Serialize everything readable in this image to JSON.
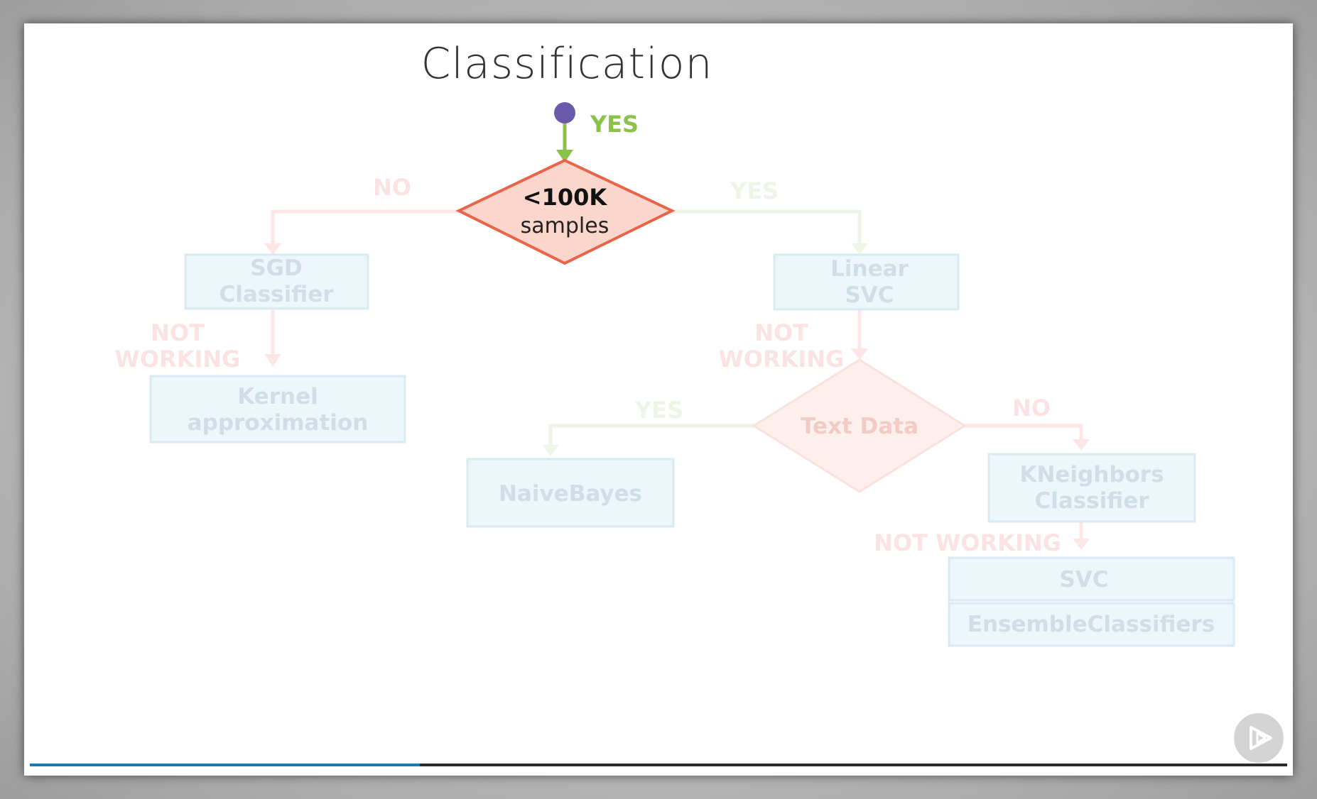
{
  "title": "Classification",
  "colors": {
    "yes": "#8bc34a",
    "no": "#e8716a",
    "start_dot": "#6a5aaa",
    "decision_fill": "#fbd6cc",
    "decision_stroke": "#e8644a",
    "box_fill": "#dceef5",
    "box_stroke": "#a8d2e4",
    "progress": "#1d78b7"
  },
  "active": {
    "yes_label": "YES",
    "decision": {
      "line1": "<100K",
      "line2": "samples"
    }
  },
  "faded": {
    "no_left": "NO",
    "yes_right": "YES",
    "sgd": {
      "line1": "SGD",
      "line2": "Classifier"
    },
    "not_working_left": {
      "line1": "NOT",
      "line2": "WORKING"
    },
    "kernel": {
      "line1": "Kernel",
      "line2": "approximation"
    },
    "linear_svc": {
      "line1": "Linear",
      "line2": "SVC"
    },
    "not_working_right": {
      "line1": "NOT",
      "line2": "WORKING"
    },
    "text_data": "Text Data",
    "yes_text": "YES",
    "no_text": "NO",
    "naive_bayes": "NaiveBayes",
    "kneighbors": {
      "line1": "KNeighbors",
      "line2": "Classifier"
    },
    "not_working_bottom": "NOT WORKING",
    "svc": "SVC",
    "ensemble": "EnsembleClassifiers"
  },
  "player": {
    "progress_fraction": 0.31,
    "play_icon": "play-icon"
  }
}
